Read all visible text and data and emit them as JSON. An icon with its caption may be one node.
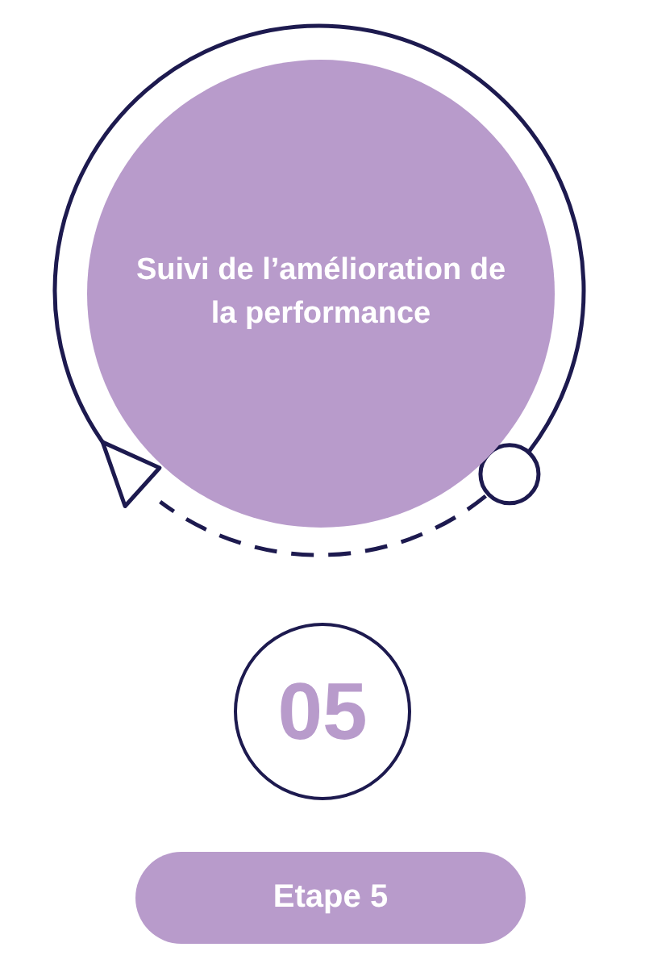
{
  "diagram": {
    "nodes": [
      {
        "text": [
          "Suivi de l’amélioration de la performance"
        ]
      },
      {
        "text": [
          "05"
        ]
      },
      {
        "text": [
          "Etape 5"
        ]
      }
    ]
  }
}
